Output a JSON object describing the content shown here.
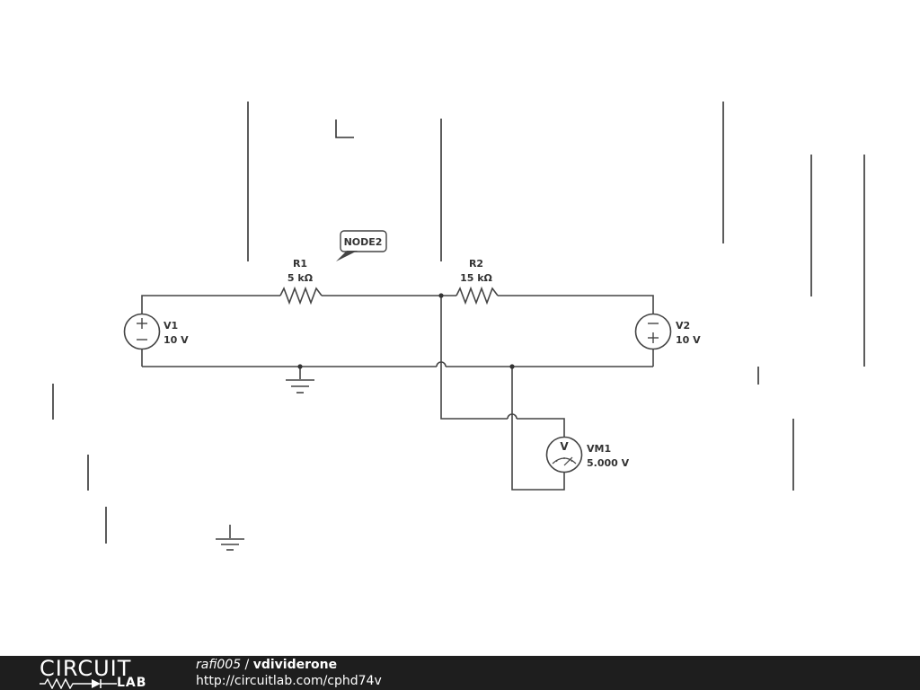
{
  "schematic": {
    "labels": {
      "node": "NODE2",
      "r1_name": "R1",
      "r1_value": "5 kΩ",
      "r2_name": "R2",
      "r2_value": "15 kΩ",
      "v1_name": "V1",
      "v1_value": "10 V",
      "v2_name": "V2",
      "v2_value": "10 V",
      "vm1_name": "VM1",
      "vm1_value": "5.000 V",
      "vm1_symbol": "V"
    },
    "icons": [
      "voltage-source-icon",
      "resistor-icon",
      "ground-icon",
      "voltmeter-icon",
      "net-label-icon"
    ],
    "colors": {
      "wire": "#444444",
      "background": "#ffffff"
    }
  },
  "footer": {
    "logo_top": "CIRCUIT",
    "logo_bottom": "LAB",
    "user": "rafi005",
    "separator": " / ",
    "title": "vdividerone",
    "url": "http://circuitlab.com/cphd74v",
    "background": "#1e1e1e"
  }
}
